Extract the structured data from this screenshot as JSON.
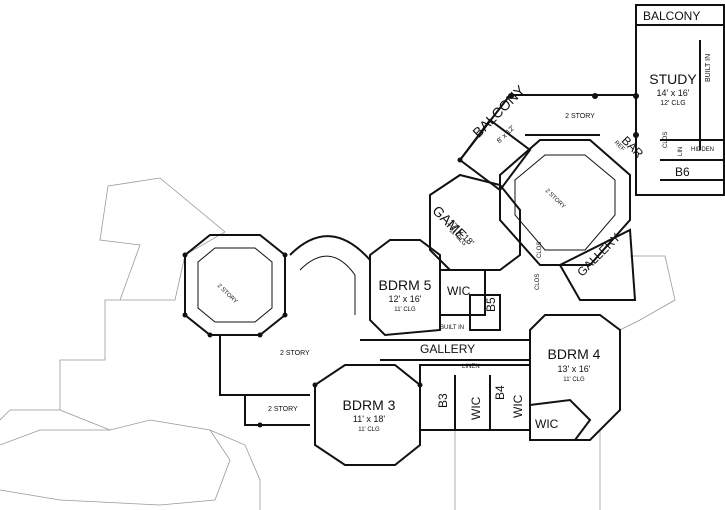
{
  "rooms": {
    "balcony_top": {
      "name": "BALCONY"
    },
    "study": {
      "name": "STUDY",
      "size": "14' x 16'",
      "ceiling": "12' CLG",
      "builtin": "BUILT IN"
    },
    "two_story_top": {
      "label": "2 STORY"
    },
    "balcony_mid": {
      "name": "BALCONY",
      "size": "8' x 12'"
    },
    "bar": {
      "name": "BAR"
    },
    "ref": {
      "name": "REF"
    },
    "clos_bar": {
      "name": "CLOS"
    },
    "lin_bar": {
      "name": "LIN"
    },
    "hidden": {
      "name": "HIDDEN"
    },
    "b6": {
      "name": "B6"
    },
    "game": {
      "name": "GAME",
      "size": "17' x 18'",
      "ceiling": "11' CLG"
    },
    "two_story_game": {
      "label": "2 STORY"
    },
    "clos_game": {
      "name": "CLOS"
    },
    "clos_gallery": {
      "name": "CLOS"
    },
    "gallery_right": {
      "name": "GALLERY"
    },
    "two_story_left": {
      "label": "2 STORY"
    },
    "bdrm5": {
      "name": "BDRM 5",
      "size": "12' x 16'",
      "ceiling": "11' CLG"
    },
    "wic5": {
      "name": "WIC"
    },
    "b5": {
      "name": "B5"
    },
    "builtin5": {
      "name": "BUILT IN"
    },
    "two_story_center": {
      "label": "2 STORY"
    },
    "gallery_center": {
      "name": "GALLERY"
    },
    "bdrm4": {
      "name": "BDRM 4",
      "size": "13' x 16'",
      "ceiling": "11' CLG"
    },
    "linen": {
      "name": "LINEN"
    },
    "two_story_small": {
      "label": "2 STORY"
    },
    "bdrm3": {
      "name": "BDRM 3",
      "size": "11' x 18'",
      "ceiling": "11' CLG"
    },
    "b3": {
      "name": "B3"
    },
    "wic3": {
      "name": "WIC"
    },
    "b4": {
      "name": "B4"
    },
    "wic4_small": {
      "name": "WIC"
    },
    "wic4": {
      "name": "WIC"
    }
  }
}
